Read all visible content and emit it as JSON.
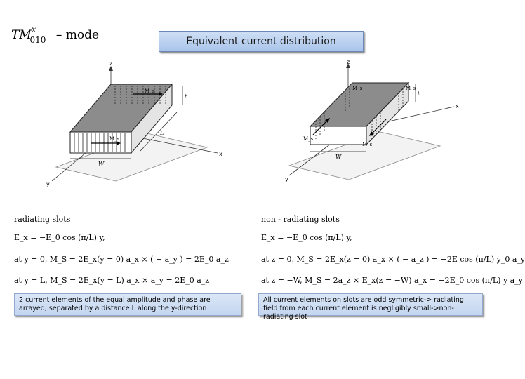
{
  "mode_label": {
    "symbol": "TM",
    "superscript": "x",
    "subscript": "010",
    "suffix": "– mode"
  },
  "title": "Equivalent current distribution",
  "left": {
    "heading": "radiating   slots",
    "eq1": "E_x = −E_0 cos (π/L) y,",
    "eq2": "at y = 0,  M_S = 2E_x(y = 0) a_x × ( − a_y ) = 2E_0 a_z",
    "eq3": "at y = L,  M_S = 2E_x(y = L) a_x × a_y = 2E_0 a_z",
    "note": "2 current elements of the equal amplitude and phase are arrayed, separated by a distance L along the y-direction",
    "fig_labels": {
      "z": "z",
      "y": "y",
      "x": "x",
      "h": "h",
      "L": "L",
      "W": "W",
      "Ms": "M_s"
    }
  },
  "right": {
    "heading": "non - radiating   slots",
    "eq1": "E_x = −E_0 cos (π/L) y,",
    "eq2": "at z = 0,  M_S = 2E_x(z = 0) a_x × ( − a_z ) = −2E cos (π/L) y_0 a_y",
    "eq3": "at z = −W,  M_S = 2a_z × E_x(z = −W) a_x = −2E_0 cos (π/L) y a_y",
    "note": "All current elements on slots are odd symmetric-> radiating field from each current element is negligibly small->non-radiating slot",
    "fig_labels": {
      "z": "z",
      "y": "y",
      "x": "x",
      "h": "h",
      "W": "W",
      "Ms": "M_s"
    }
  }
}
